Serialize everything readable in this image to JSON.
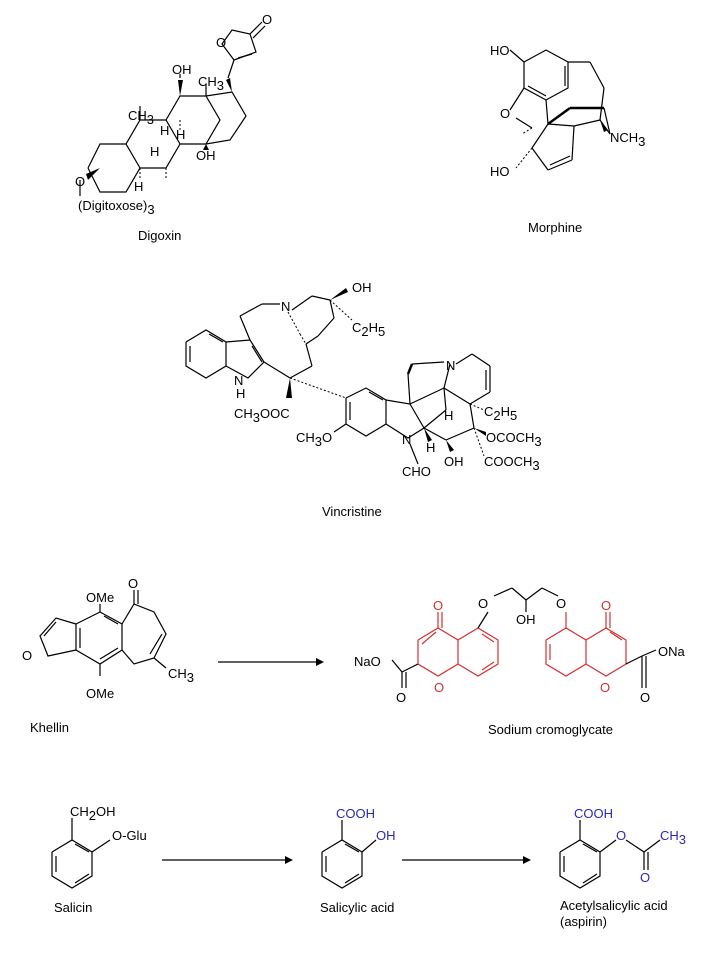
{
  "colors": {
    "bond": "#000000",
    "highlight_red": "#d43030",
    "highlight_blue": "#2a2ab0",
    "background": "#ffffff"
  },
  "molecules": {
    "digoxin": {
      "name": "Digoxin",
      "labels": {
        "oh_top": "OH",
        "ch3_a": "CH",
        "ch3_a_sub": "3",
        "ch3_b": "CH",
        "ch3_b_sub": "3",
        "h1": "H",
        "h2": "H",
        "h3": "H",
        "h4": "H",
        "oh_bottom": "OH",
        "o": "O",
        "o_ring": "O",
        "o_carbonyl": "O",
        "sugar": "(Digitoxose)",
        "sugar_sub": "3"
      }
    },
    "morphine": {
      "name": "Morphine",
      "labels": {
        "ho_top": "HO",
        "o_bridge": "O",
        "ho_bottom": "HO",
        "nch3": "NCH",
        "nch3_sub": "3"
      }
    },
    "vincristine": {
      "name": "Vincristine",
      "labels": {
        "oh": "OH",
        "c2h5_a": "C",
        "c2h5_a_sub1": "2",
        "c2h5_a_h": "H",
        "c2h5_a_sub2": "5",
        "n_top": "N",
        "nh": "N",
        "nh_h": "H",
        "ch3oocc": "CH",
        "ch3oocc_sub": "3",
        "ch3oocc_rest": "OOC",
        "ch3o": "CH",
        "ch3o_sub": "3",
        "ch3o_rest": "O",
        "n_right": "N",
        "h_ring": "H",
        "c2h5_b": "C",
        "c2h5_b_sub1": "2",
        "c2h5_b_h": "H",
        "c2h5_b_sub2": "5",
        "n_cho": "N",
        "cho": "CHO",
        "h_low": "H",
        "oh_low": "OH",
        "ococh3": "OCOCH",
        "ococh3_sub": "3",
        "cooch3": "COOCH",
        "cooch3_sub": "3"
      }
    },
    "khellin": {
      "name": "Khellin",
      "labels": {
        "ome_top": "OMe",
        "o_ketone": "O",
        "o_furan": "O",
        "ch3": "CH",
        "ch3_sub": "3",
        "ome_bottom": "OMe"
      }
    },
    "cromoglycate": {
      "name": "Sodium cromoglycate",
      "labels": {
        "o_left_ketone": "O",
        "o_left_ether": "O",
        "oh": "OH",
        "o_right_ether": "O",
        "o_right_ketone": "O",
        "nao": "NaO",
        "o_left_ring": "O",
        "o_right_ring": "O",
        "ona": "ONa",
        "o_left_carbonyl": "O",
        "o_right_carbonyl": "O"
      }
    },
    "salicin": {
      "name": "Salicin",
      "labels": {
        "ch2oh_a": "CH",
        "ch2oh_sub": "2",
        "ch2oh_b": "OH",
        "oglu": "O-Glu"
      }
    },
    "salicylic": {
      "name": "Salicylic acid",
      "labels": {
        "cooh": "COOH",
        "oh": "OH"
      }
    },
    "aspirin": {
      "name_line1": "Acetylsalicylic acid",
      "name_line2": "(aspirin)",
      "labels": {
        "cooh": "COOH",
        "o_ester": "O",
        "ch3": "CH",
        "ch3_sub": "3",
        "o_carbonyl": "O"
      }
    }
  }
}
